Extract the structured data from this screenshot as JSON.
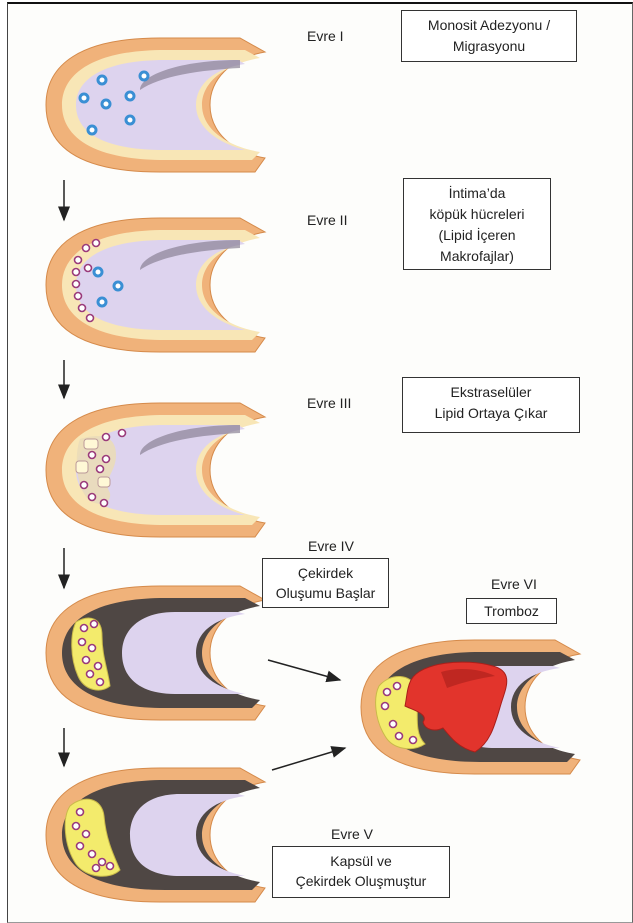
{
  "stages": [
    {
      "label": "Evre I",
      "box": [
        "Monosit Adezyonu /",
        "Migrasyonu"
      ]
    },
    {
      "label": "Evre II",
      "box": [
        "İntima’da",
        "köpük hücreleri",
        "(Lipid İçeren",
        "Makrofajlar)"
      ]
    },
    {
      "label": "Evre III",
      "box": [
        "Ekstraselüler",
        "Lipid Ortaya Çıkar"
      ]
    },
    {
      "label": "Evre IV",
      "box": [
        "Çekirdek",
        "Oluşumu Başlar"
      ]
    },
    {
      "label": "Evre V",
      "box": [
        "Kapsül ve",
        "Çekirdek Oluşmuştur"
      ]
    },
    {
      "label": "Evre VI",
      "box": [
        "Tromboz"
      ]
    }
  ],
  "colors": {
    "adventitia": "#f0b27a",
    "adventitia_edge": "#d58a4a",
    "media": "#f8e6b6",
    "lumen": "#ddd3ee",
    "lumen_dark": "#8a8196",
    "core": "#4f4744",
    "lipid": "#f3eb6c",
    "thrombus": "#e2342c",
    "monocyte": "#3a8fd4",
    "foam_cell": "#9a3a7a"
  }
}
